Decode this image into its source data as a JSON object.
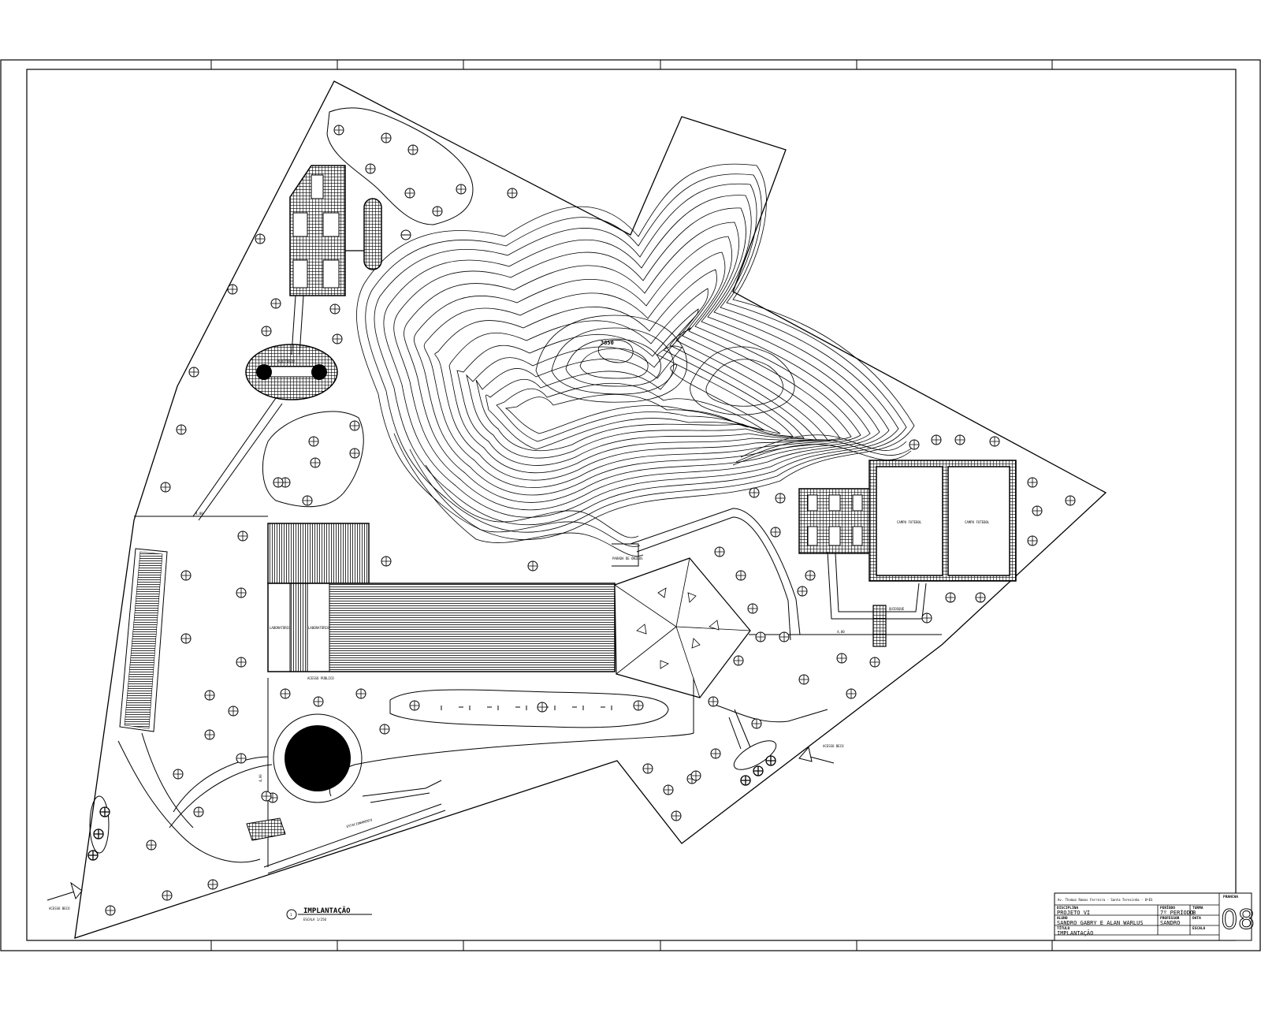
{
  "drawing": {
    "elevation_label": "3850",
    "caption_number": "1",
    "caption_title": "IMPLANTAÇÃO",
    "caption_scale": "ESCALA 1/250",
    "labels": {
      "court_left": "CAMPO FUTEBOL",
      "court_right": "CAMPO FUTEBOL",
      "access_left": "ACESSO BECO",
      "access_right": "ACESSO BECO",
      "access_center": "ACESSO PÚBLICO",
      "parking": "ESTACIONAMENTO",
      "bus_stop": "PARADA DE ÔNIBUS",
      "lab1": "LABORATÓRIO",
      "lab2": "LABORATÓRIO",
      "oval_label": "AUDITÓRIO",
      "kiosk": "QUIOSQUE",
      "dim1": "4,00",
      "dim2": "4,00",
      "dim3": "4,00"
    }
  },
  "title_block": {
    "header_text": "Av. Thomaz Ramos Ferreira - Santa Teresinha - 8ºES",
    "sheet_label": "PRANCHA",
    "sheet_number": "08",
    "discipline_label": "DISCIPLINA",
    "discipline_value": "PROJETO VI",
    "period_label": "PERÍODO",
    "period_value": "7º PERÍODO",
    "class_label": "TURMA",
    "class_value": "B",
    "students_label": "ALUNO",
    "students_value": "SANDRO GABRY E ALAN WARLUS",
    "professor_label": "PROFESSOR",
    "professor_value": "SANDRO",
    "date_label": "DATA",
    "title_label": "TÍTULO",
    "title_value": "IMPLANTAÇÃO",
    "scale_label": "ESCALA"
  }
}
